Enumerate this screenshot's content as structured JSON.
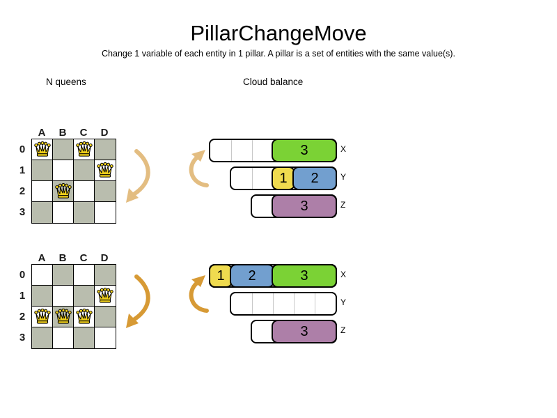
{
  "title": "PillarChangeMove",
  "subtitle": "Change 1 variable of each entity in 1 pillar. A pillar is a set of entities with the same value(s).",
  "sections": {
    "nqueens_label": "N queens",
    "cloud_label": "Cloud balance"
  },
  "colors": {
    "board_gray": "#b9bdae",
    "queen_gold": "#f0d01c",
    "arrow_light": "#e3bd81",
    "arrow_dark": "#d79a35",
    "green": "#7bd235",
    "yellow": "#efdb4f",
    "blue": "#729fcf",
    "purple": "#ad7fa8"
  },
  "boards": [
    {
      "id": "before",
      "columns": [
        "A",
        "B",
        "C",
        "D"
      ],
      "rows": [
        "0",
        "1",
        "2",
        "3"
      ],
      "queens": [
        {
          "col": "A",
          "row": "0"
        },
        {
          "col": "C",
          "row": "0"
        },
        {
          "col": "D",
          "row": "1"
        },
        {
          "col": "B",
          "row": "2"
        }
      ]
    },
    {
      "id": "after",
      "columns": [
        "A",
        "B",
        "C",
        "D"
      ],
      "rows": [
        "0",
        "1",
        "2",
        "3"
      ],
      "queens": [
        {
          "col": "D",
          "row": "1"
        },
        {
          "col": "A",
          "row": "2"
        },
        {
          "col": "B",
          "row": "2"
        },
        {
          "col": "C",
          "row": "2"
        }
      ]
    }
  ],
  "cloud_diagrams": [
    {
      "id": "before",
      "rows": [
        {
          "label": "X",
          "capacity": 6,
          "blocks": [
            {
              "value": "3",
              "size": 3,
              "color": "green",
              "offset": 3
            }
          ]
        },
        {
          "label": "Y",
          "capacity": 5,
          "blocks": [
            {
              "value": "1",
              "size": 1,
              "color": "yellow",
              "offset": 2
            },
            {
              "value": "2",
              "size": 2,
              "color": "blue",
              "offset": 3
            }
          ]
        },
        {
          "label": "Z",
          "capacity": 4,
          "blocks": [
            {
              "value": "3",
              "size": 3,
              "color": "purple",
              "offset": 1
            }
          ]
        }
      ]
    },
    {
      "id": "after",
      "rows": [
        {
          "label": "X",
          "capacity": 6,
          "blocks": [
            {
              "value": "1",
              "size": 1,
              "color": "yellow",
              "offset": 0
            },
            {
              "value": "2",
              "size": 2,
              "color": "blue",
              "offset": 1
            },
            {
              "value": "3",
              "size": 3,
              "color": "green",
              "offset": 3
            }
          ]
        },
        {
          "label": "Y",
          "capacity": 5,
          "blocks": []
        },
        {
          "label": "Z",
          "capacity": 4,
          "blocks": [
            {
              "value": "3",
              "size": 3,
              "color": "purple",
              "offset": 1
            }
          ]
        }
      ]
    }
  ]
}
